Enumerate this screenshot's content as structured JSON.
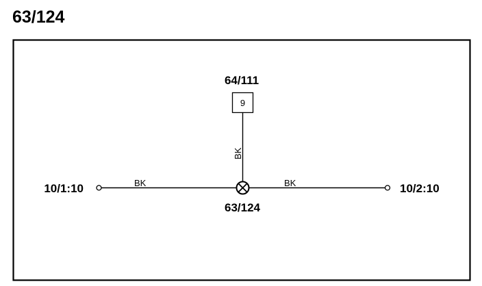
{
  "diagram": {
    "title": "63/124",
    "splice": {
      "label": "63/124"
    },
    "top_connector": {
      "label": "64/111",
      "pin": "9"
    },
    "left_terminal": {
      "label": "10/1:10"
    },
    "right_terminal": {
      "label": "10/2:10"
    },
    "wires": {
      "left_color": "BK",
      "right_color": "BK",
      "top_color": "BK"
    }
  }
}
